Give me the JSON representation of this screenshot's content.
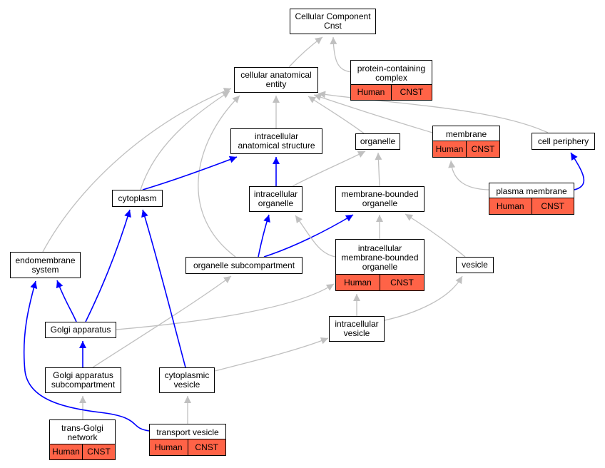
{
  "nodes": {
    "cc": "Cellular Component\nCnst",
    "pcc": "protein-containing\ncomplex",
    "cae": "cellular anatomical\nentity",
    "ias": "intracellular\nanatomical structure",
    "org": "organelle",
    "mem": "membrane",
    "cp": "cell periphery",
    "cyt": "cytoplasm",
    "io": "intracellular\norganelle",
    "mbo": "membrane-bounded\norganelle",
    "pm": "plasma membrane",
    "es": "endomembrane\nsystem",
    "os": "organelle subcompartment",
    "imbo": "intracellular\nmembrane-bounded\norganelle",
    "ves": "vesicle",
    "ga": "Golgi apparatus",
    "iv": "intracellular\nvesicle",
    "gas": "Golgi apparatus\nsubcompartment",
    "cv": "cytoplasmic\nvesicle",
    "tgn": "trans-Golgi\nnetwork",
    "tv": "transport vesicle"
  },
  "tags": {
    "pcc": [
      "Human",
      "CNST"
    ],
    "mem": [
      "Human",
      "CNST"
    ],
    "pm": [
      "Human",
      "CNST"
    ],
    "imbo": [
      "Human",
      "CNST"
    ],
    "tgn": [
      "Human",
      "CNST"
    ],
    "tv": [
      "Human",
      "CNST"
    ]
  },
  "colors": {
    "is_a": "#c0c0c0",
    "part_of": "#0000ff",
    "tag_fill": "#ff6347"
  },
  "edges": [
    {
      "from": "cae",
      "to": "cc",
      "type": "is_a"
    },
    {
      "from": "pcc",
      "to": "cc",
      "type": "is_a"
    },
    {
      "from": "ias",
      "to": "cae",
      "type": "is_a"
    },
    {
      "from": "org",
      "to": "cae",
      "type": "is_a"
    },
    {
      "from": "mem",
      "to": "cae",
      "type": "is_a"
    },
    {
      "from": "cp",
      "to": "cae",
      "type": "is_a"
    },
    {
      "from": "cyt",
      "to": "cae",
      "type": "is_a"
    },
    {
      "from": "es",
      "to": "cae",
      "type": "is_a"
    },
    {
      "from": "os",
      "to": "cae",
      "type": "is_a"
    },
    {
      "from": "cyt",
      "to": "ias",
      "type": "part_of"
    },
    {
      "from": "io",
      "to": "ias",
      "type": "part_of"
    },
    {
      "from": "io",
      "to": "org",
      "type": "is_a"
    },
    {
      "from": "mbo",
      "to": "org",
      "type": "is_a"
    },
    {
      "from": "pm",
      "to": "mem",
      "type": "is_a"
    },
    {
      "from": "pm",
      "to": "cp",
      "type": "part_of"
    },
    {
      "from": "os",
      "to": "io",
      "type": "part_of"
    },
    {
      "from": "os",
      "to": "mbo",
      "type": "part_of"
    },
    {
      "from": "imbo",
      "to": "io",
      "type": "is_a"
    },
    {
      "from": "imbo",
      "to": "mbo",
      "type": "is_a"
    },
    {
      "from": "ves",
      "to": "mbo",
      "type": "is_a"
    },
    {
      "from": "ga",
      "to": "cyt",
      "type": "part_of"
    },
    {
      "from": "ga",
      "to": "es",
      "type": "part_of"
    },
    {
      "from": "ga",
      "to": "imbo",
      "type": "is_a"
    },
    {
      "from": "iv",
      "to": "imbo",
      "type": "is_a"
    },
    {
      "from": "iv",
      "to": "ves",
      "type": "is_a"
    },
    {
      "from": "gas",
      "to": "ga",
      "type": "part_of"
    },
    {
      "from": "gas",
      "to": "os",
      "type": "is_a"
    },
    {
      "from": "cv",
      "to": "cyt",
      "type": "part_of"
    },
    {
      "from": "cv",
      "to": "iv",
      "type": "is_a"
    },
    {
      "from": "tgn",
      "to": "gas",
      "type": "is_a"
    },
    {
      "from": "tv",
      "to": "cv",
      "type": "is_a"
    },
    {
      "from": "tv",
      "to": "es",
      "type": "part_of"
    }
  ]
}
